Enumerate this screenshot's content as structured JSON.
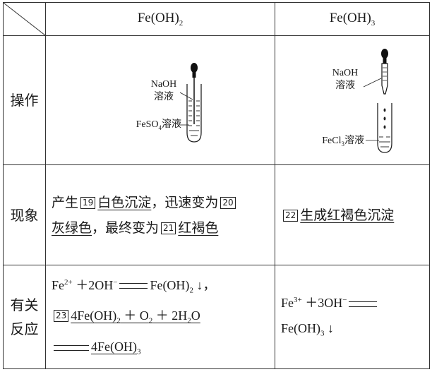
{
  "header": {
    "col1": "Fe(OH)",
    "col1_sub": "2",
    "col2": "Fe(OH)",
    "col2_sub": "3"
  },
  "rows": {
    "operation": "操作",
    "phenomenon": "现象",
    "reaction_line1": "有关",
    "reaction_line2": "反应"
  },
  "apparatus_left": {
    "reagent_top_line1": "NaOH",
    "reagent_top_line2": "溶液",
    "reagent_bottom": "FeSO",
    "reagent_bottom_sub": "4",
    "reagent_bottom_suffix": "溶液"
  },
  "apparatus_right": {
    "reagent_top_line1": "NaOH",
    "reagent_top_line2": "溶液",
    "reagent_bottom": "FeCl",
    "reagent_bottom_sub": "3",
    "reagent_bottom_suffix": "溶液"
  },
  "phenomena": {
    "left_p1": "产生",
    "blank19": "19",
    "left_p2": "白色沉淀",
    "left_p3": "，迅速变为",
    "blank20": "20",
    "left_p4": "灰绿色",
    "left_p5": "，最终变为",
    "blank21": "21",
    "left_p6": "红褐色",
    "blank22": "22",
    "right_p1": "生成红褐色沉淀"
  },
  "reactions": {
    "l1_fe": "Fe",
    "l1_fe_sup": "2+",
    "l1_mid": " ＋2OH",
    "l1_oh_sup": "−",
    "l1_prod": "Fe(OH)",
    "l1_prod_sub": "2",
    "l1_end": " ↓，",
    "blank23": "23",
    "l2_a": "4Fe(OH)",
    "l2_a_sub": "2",
    "l2_b": " ＋ O",
    "l2_b_sub": "2",
    "l2_c": " ＋ 2H",
    "l2_c_sub": "2",
    "l2_d": "O",
    "l3_prod": "4Fe(OH)",
    "l3_prod_sub": "3",
    "r1_fe": "Fe",
    "r1_fe_sup": "3+",
    "r1_mid": " ＋3OH",
    "r1_oh_sup": "−",
    "r2_prod": "Fe(OH)",
    "r2_prod_sub": "3",
    "r2_end": " ↓"
  }
}
